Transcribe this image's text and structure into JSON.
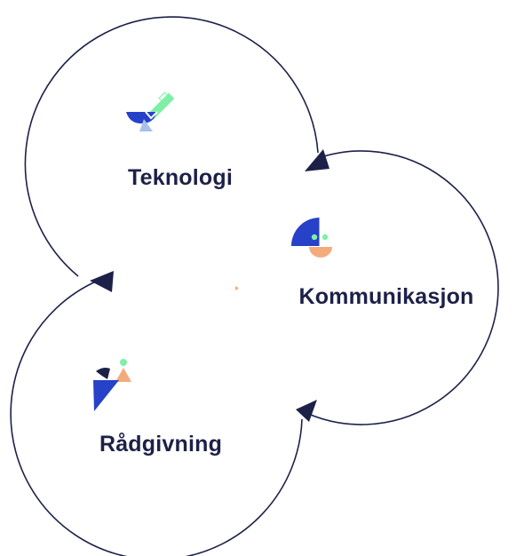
{
  "diagram": {
    "nodes": [
      {
        "id": "teknologi",
        "label": "Teknologi",
        "icon": "satellite-icon"
      },
      {
        "id": "kommunikasjon",
        "label": "Kommunikasjon",
        "icon": "face-shapes-icon"
      },
      {
        "id": "radgivning",
        "label": "Rådgivning",
        "icon": "figure-shapes-icon"
      }
    ],
    "edges": [
      {
        "from": "teknologi",
        "to": "kommunikasjon"
      },
      {
        "from": "kommunikasjon",
        "to": "radgivning"
      },
      {
        "from": "radgivning",
        "to": "teknologi"
      }
    ]
  },
  "colors": {
    "line": "#1d2148",
    "text": "#1d2148",
    "blue": "#2741c9",
    "green": "#7ef0a6",
    "peach": "#f4ab7c",
    "light_blue": "#a9c0e8",
    "navy": "#1d2148"
  }
}
